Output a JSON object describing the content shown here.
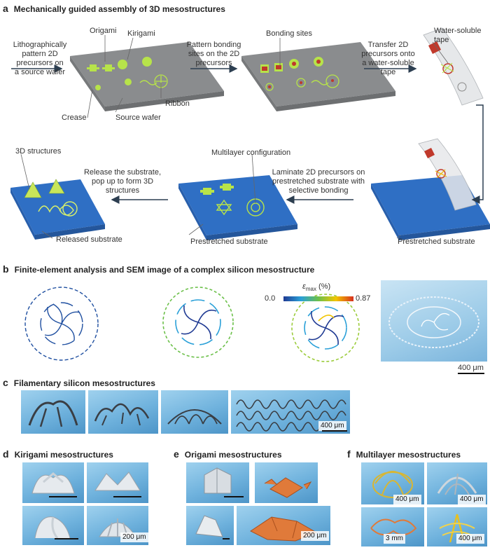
{
  "panel_a": {
    "letter": "a",
    "title": "Mechanically guided assembly of 3D mesostructures",
    "step1": [
      "Lithographically",
      "pattern 2D",
      "precursors on",
      "a source wafer"
    ],
    "step2": [
      "Pattern bonding",
      "sites on the 2D",
      "precursors"
    ],
    "step3": [
      "Transfer 2D",
      "precursors onto",
      "a water-soluble",
      "tape"
    ],
    "step4": [
      "Laminate 2D precursors on",
      "prestretched substrate with",
      "selective bonding"
    ],
    "step5": [
      "Release the substrate,",
      "pop up to form 3D",
      "structures"
    ],
    "labels": {
      "origami": "Origami",
      "kirigami": "Kirigami",
      "crease": "Crease",
      "source_wafer": "Source wafer",
      "ribbon": "Ribbon",
      "bonding_sites": "Bonding sites",
      "water_tape": [
        "Water-soluble",
        "tape"
      ],
      "prestretched1": "Prestretched substrate",
      "multilayer": "Multilayer configuration",
      "prestretched2": "Prestretched substrate",
      "structures_3d": "3D structures",
      "released": "Released substrate"
    }
  },
  "panel_b": {
    "letter": "b",
    "title": "Finite-element analysis and SEM image of a complex silicon mesostructure",
    "colorbar_min": "0.0",
    "colorbar_max": "0.87",
    "colorbar_label": "ε",
    "colorbar_sub": "max",
    "colorbar_unit": "(%)",
    "scale": "400 μm"
  },
  "panel_c": {
    "letter": "c",
    "title": "Filamentary silicon mesostructures",
    "scale": "400 μm"
  },
  "panel_d": {
    "letter": "d",
    "title": "Kirigami mesostructures",
    "scale": "200 μm"
  },
  "panel_e": {
    "letter": "e",
    "title": "Origami mesostructures",
    "scale": "200 μm"
  },
  "panel_f": {
    "letter": "f",
    "title": "Multilayer mesostructures",
    "scales": [
      "400 μm",
      "400 μm",
      "3 mm",
      "400 μm"
    ]
  },
  "colors": {
    "wafer": "#8a8c8e",
    "pattern": "#b7e34a",
    "bonding": "#c0392b",
    "substrate": "#2f6fc4",
    "arrow": "#2c3e50"
  }
}
